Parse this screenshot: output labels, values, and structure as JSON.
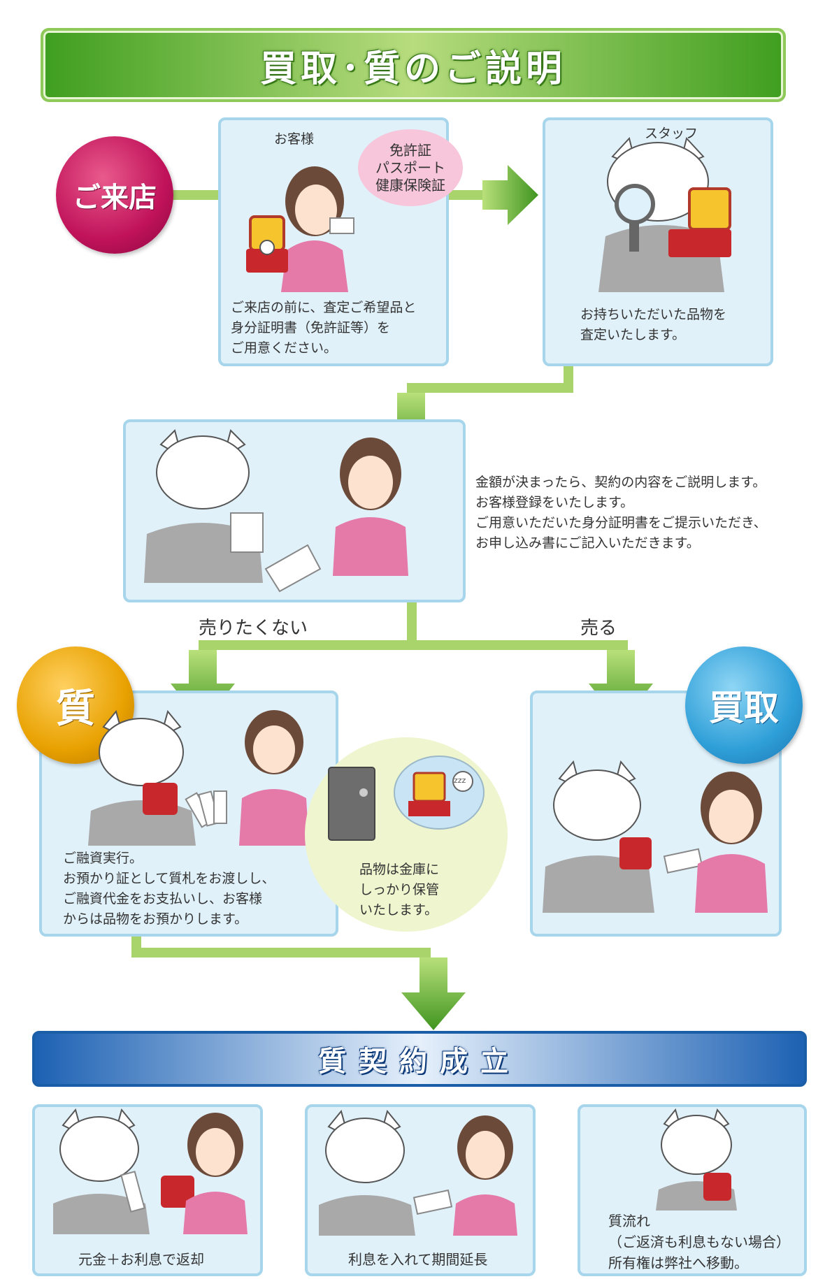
{
  "title": "買取･質のご説明",
  "visit_circle": "ご来店",
  "customer": {
    "label": "お客様",
    "id_bubble": "免許証\nパスポート\n健康保険証",
    "text": "ご来店の前に、査定ご希望品と\n身分証明書（免許証等）を\nご用意ください。"
  },
  "staff": {
    "label": "スタッフ",
    "text": "お持ちいただいた品物を\n査定いたします。"
  },
  "contract_explain": "金額が決まったら、契約の内容をご説明します。\nお客様登録をいたします。\nご用意いただいた身分証明書をご提示いただき、\nお申し込み書にご記入いただきます。",
  "branch": {
    "not_sell": "売りたくない",
    "sell": "売る"
  },
  "pawn": {
    "circle": "質",
    "text": "ご融資実行。\nお預かり証として質札をお渡しし、\nご融資代金をお支払いし、お客様\nからは品物をお預かりします。",
    "safe_text": "品物は金庫に\nしっかり保管\nいたします。",
    "zzz": "zzz"
  },
  "buy": {
    "circle": "買取"
  },
  "contract_banner": "質契約成立",
  "outcomes": [
    {
      "text": "元金＋お利息で返却"
    },
    {
      "text": "利息を入れて期間延長"
    },
    {
      "text": "質流れ\n（ご返済も利息もない場合）\n所有権は弊社へ移動。"
    }
  ],
  "colors": {
    "connector": "#a9d36b",
    "arrow": "#5fae2e",
    "box_fill": "#e0f1fa",
    "box_border": "#a6d5ec"
  }
}
